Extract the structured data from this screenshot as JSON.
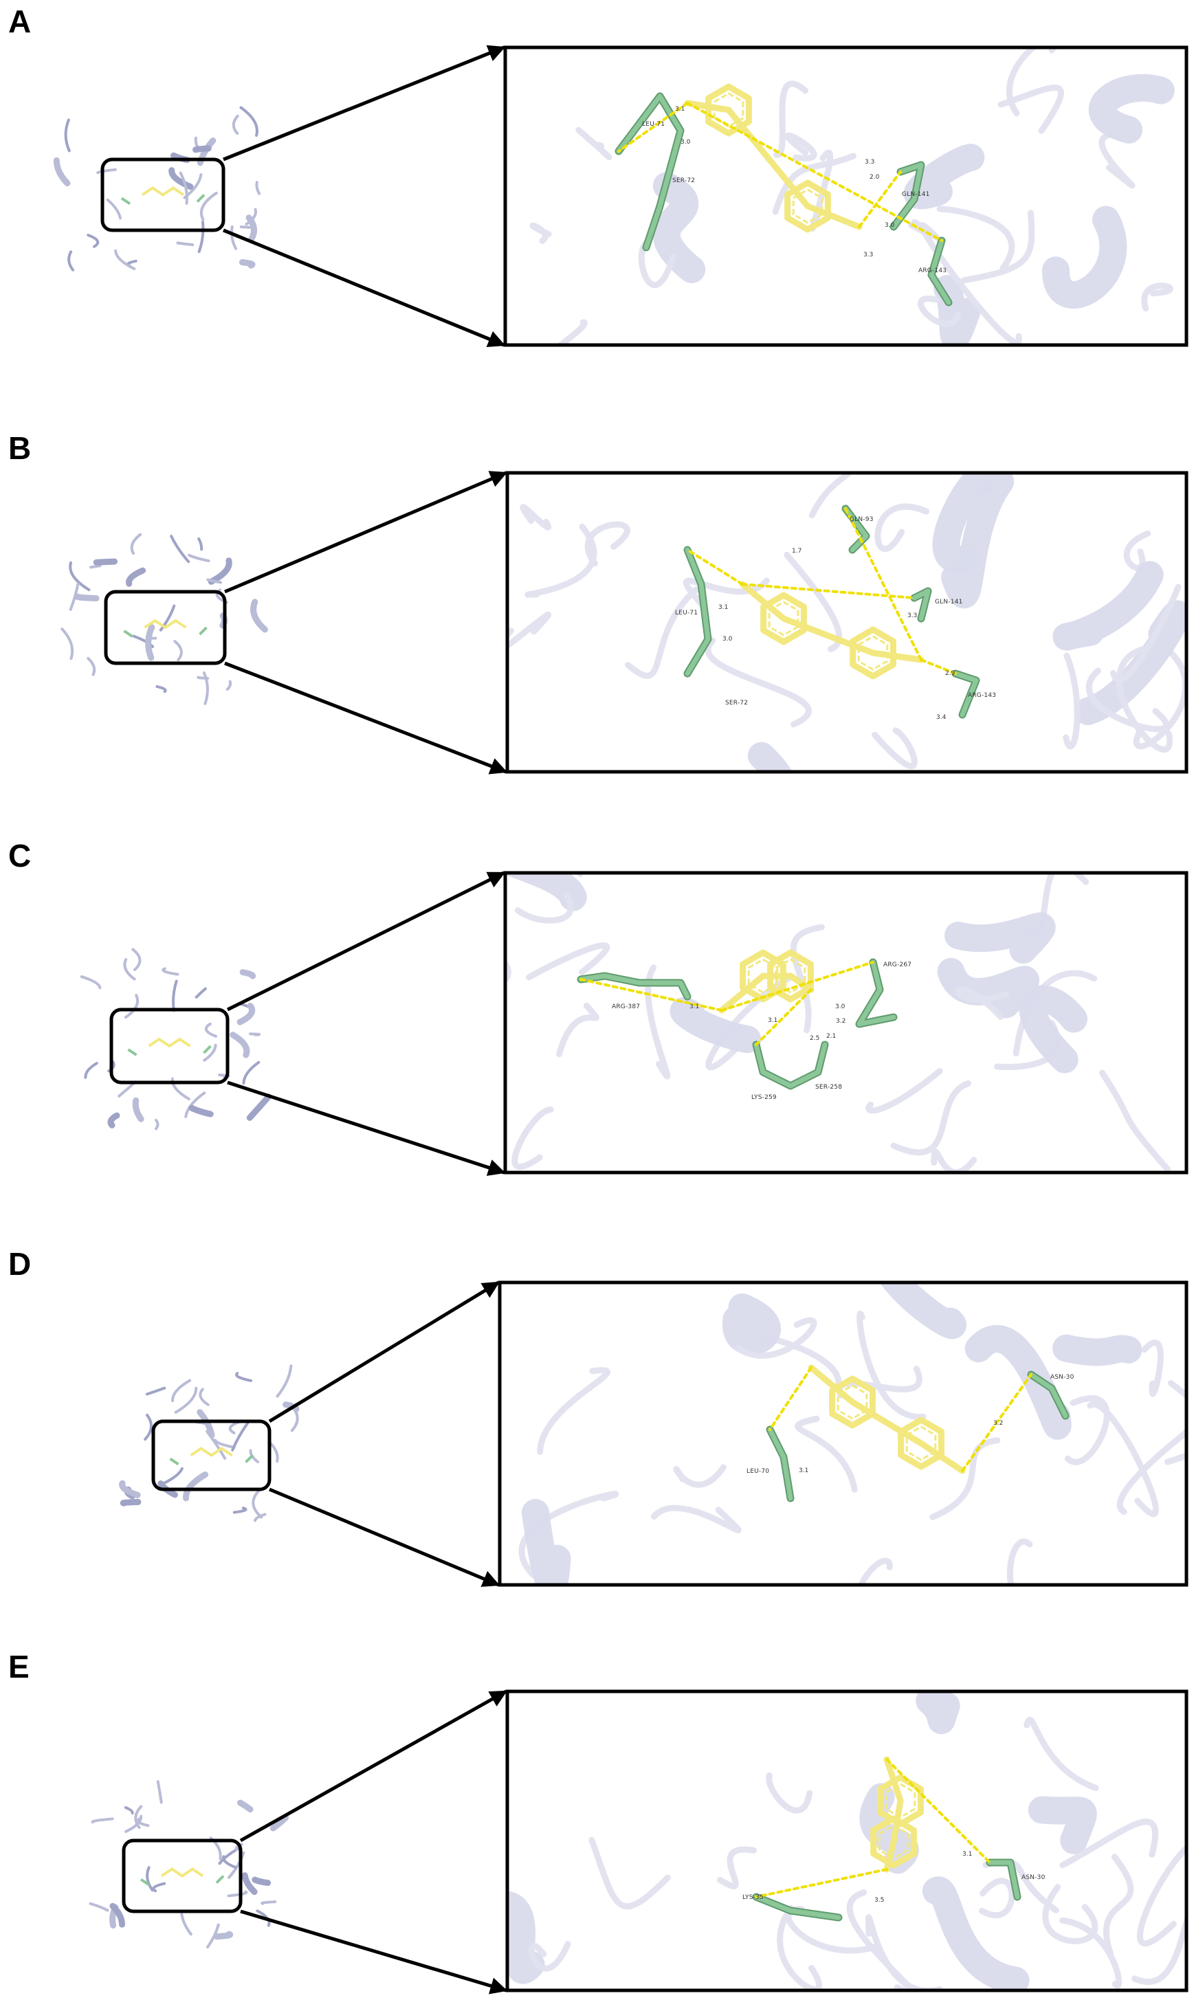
{
  "colors": {
    "protein": "#d9dbec",
    "protein_shade": "#b9bcd6",
    "ligand": "#f2e87f",
    "residue": "#8cc79a",
    "residue_dark": "#5f9b6c",
    "hbond": "#f0e000",
    "frame": "#000000"
  },
  "panels": [
    {
      "letter": "A",
      "residues": [
        "LEU-71",
        "SER-72",
        "GLN-141",
        "ARG-143"
      ],
      "distances": [
        "3.1",
        "3.0",
        "3.3",
        "2.0",
        "3.0",
        "3.3"
      ]
    },
    {
      "letter": "B",
      "residues": [
        "LEU-71",
        "SER-72",
        "GLN-93",
        "GLN-141",
        "ARG-143"
      ],
      "distances": [
        "1.7",
        "3.1",
        "3.0",
        "3.3",
        "2.9",
        "3.4"
      ]
    },
    {
      "letter": "C",
      "residues": [
        "ARG-387",
        "LYS-259",
        "SER-258",
        "ARG-267"
      ],
      "distances": [
        "3.1",
        "3.1",
        "2.5",
        "2.1",
        "3.0",
        "3.2"
      ]
    },
    {
      "letter": "D",
      "residues": [
        "LEU-70",
        "ASN-30"
      ],
      "distances": [
        "3.1",
        "3.2"
      ]
    },
    {
      "letter": "E",
      "residues": [
        "ASN-30",
        "LYS-35"
      ],
      "distances": [
        "3.1",
        "3.5"
      ]
    }
  ]
}
